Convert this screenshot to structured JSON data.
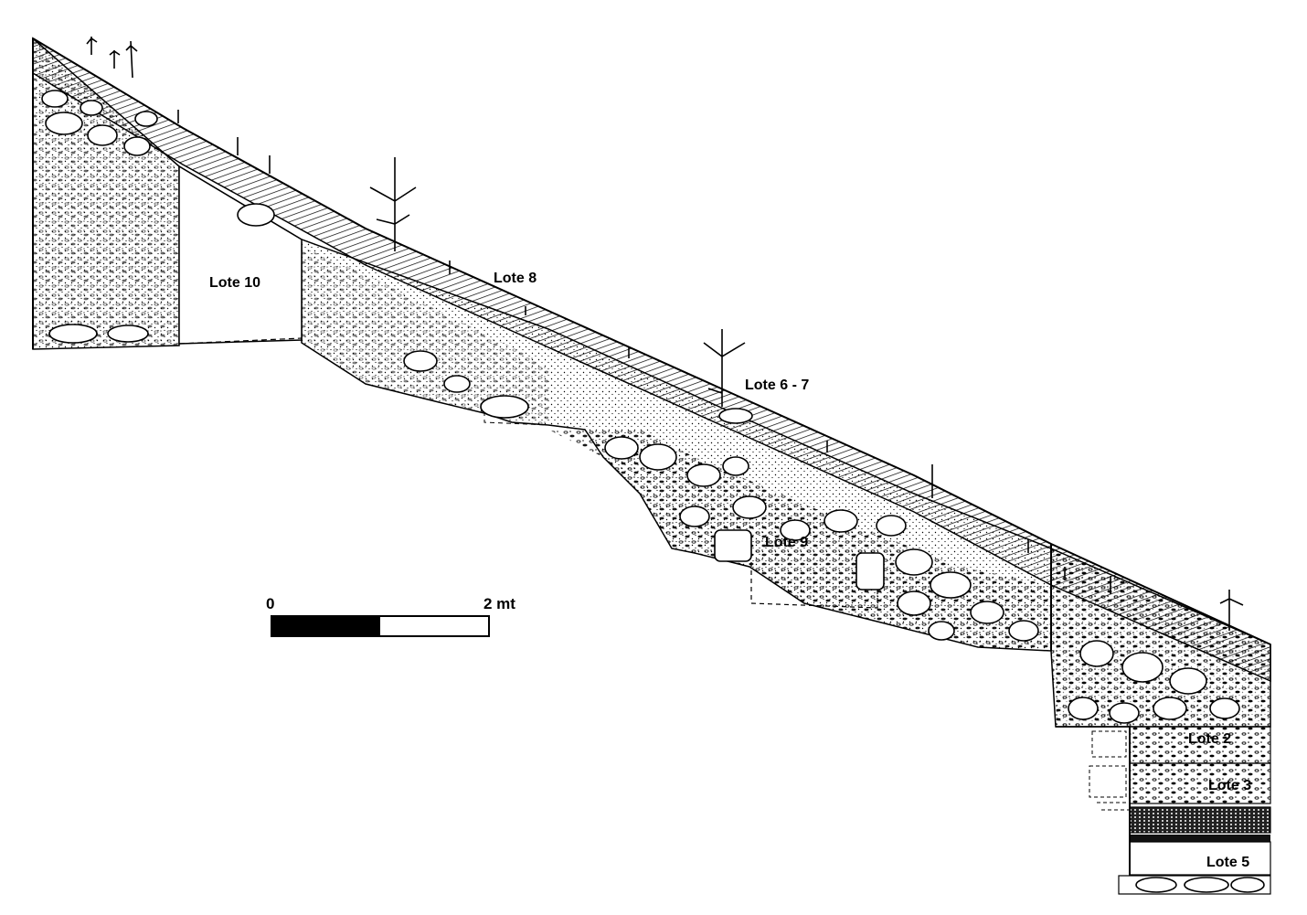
{
  "labels": {
    "lote10": "Lote 10",
    "lote8": "Lote 8",
    "lote67": "Lote 6 - 7",
    "lote9": "Lote 9",
    "lote2": "Lote 2",
    "lote3": "Lote 3",
    "lote5": "Lote 5"
  },
  "scale": {
    "start_label": "0",
    "end_label": "2 mt"
  },
  "colors": {
    "ink": "#000000",
    "paper": "#ffffff"
  }
}
